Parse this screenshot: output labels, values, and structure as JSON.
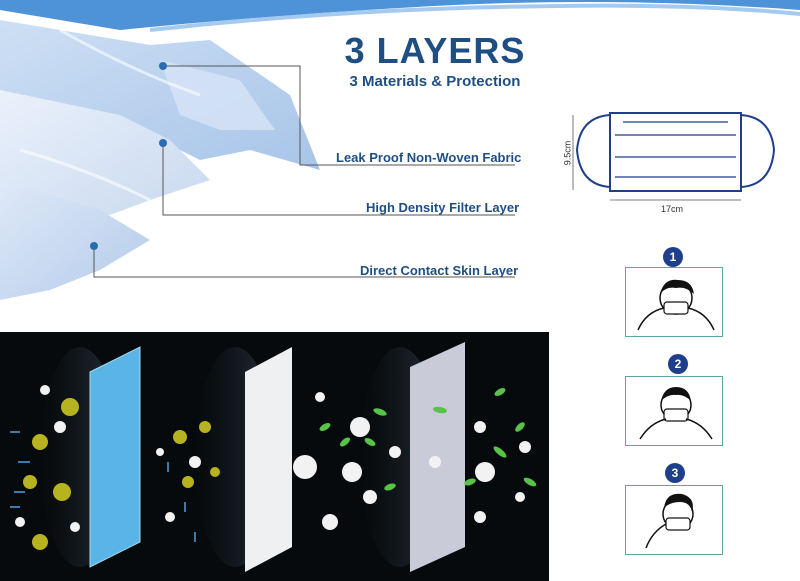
{
  "header": {
    "title": "3 LAYERS",
    "subtitle": "3 Materials & Protection"
  },
  "layers": [
    {
      "label": "Leak Proof Non-Woven Fabric"
    },
    {
      "label": "High Density Filter Layer"
    },
    {
      "label": "Direct Contact Skin Layer"
    }
  ],
  "dimensions": {
    "height": "9.5cm",
    "width": "17cm"
  },
  "steps": [
    {
      "number": "1"
    },
    {
      "number": "2"
    },
    {
      "number": "3"
    }
  ],
  "colors": {
    "accent": "#1f4e83",
    "step_badge": "#1f3f8a",
    "step_border": "#5fa6a0",
    "dark_bg": "#070a0c"
  }
}
